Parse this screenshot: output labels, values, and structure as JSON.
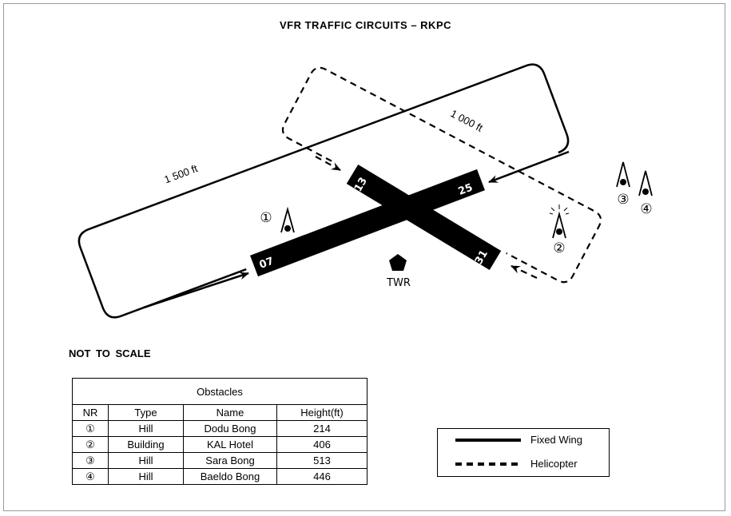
{
  "title": "VFR TRAFFIC CIRCUITS – RKPC",
  "note": "NOT TO SCALE",
  "circuits": {
    "fixed_wing_altitude": "1 500 ft",
    "helicopter_altitude": "1 000 ft"
  },
  "runways": {
    "r07": "07",
    "r25": "25",
    "r13": "13",
    "r31": "31"
  },
  "tower_label": "TWR",
  "obstacle_markers": [
    "①",
    "②",
    "③",
    "④"
  ],
  "table": {
    "caption": "Obstacles",
    "headers": [
      "NR",
      "Type",
      "Name",
      "Height(ft)"
    ],
    "rows": [
      [
        "①",
        "Hill",
        "Dodu Bong",
        "214"
      ],
      [
        "②",
        "Building",
        "KAL Hotel",
        "406"
      ],
      [
        "③",
        "Hill",
        "Sara Bong",
        "513"
      ],
      [
        "④",
        "Hill",
        "Baeldo Bong",
        "446"
      ]
    ]
  },
  "legend": {
    "fixed_wing": "Fixed Wing",
    "helicopter": "Helicopter"
  }
}
